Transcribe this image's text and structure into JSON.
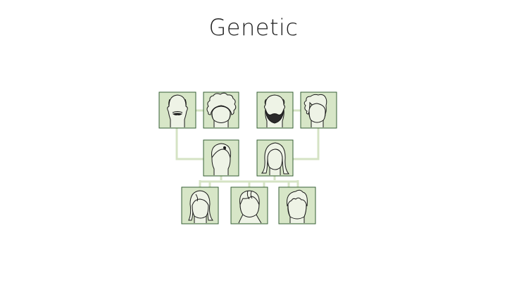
{
  "slide": {
    "title": "Genetic"
  },
  "colors": {
    "box_fill": "#d7e6c7",
    "box_border": "#355f34",
    "connector": "#d5e3c4",
    "face_fill": "#eef3e6",
    "face_stroke": "#1a1a1a",
    "title": "#222222"
  },
  "family_tree": {
    "grandparents": [
      {
        "id": "grandfather-paternal",
        "icon": "bald-man-mustache-icon"
      },
      {
        "id": "grandmother-paternal",
        "icon": "curly-hair-woman-icon"
      },
      {
        "id": "grandfather-maternal",
        "icon": "bald-man-beard-icon"
      },
      {
        "id": "grandmother-maternal",
        "icon": "bun-hair-woman-icon"
      }
    ],
    "parents": [
      {
        "id": "father",
        "icon": "short-hair-man-icon"
      },
      {
        "id": "mother",
        "icon": "long-hair-woman-icon"
      }
    ],
    "children": [
      {
        "id": "child-1",
        "icon": "shaggy-hair-child-icon"
      },
      {
        "id": "child-2",
        "icon": "spiky-hair-child-icon"
      },
      {
        "id": "child-3",
        "icon": "tousled-hair-child-icon"
      }
    ]
  }
}
